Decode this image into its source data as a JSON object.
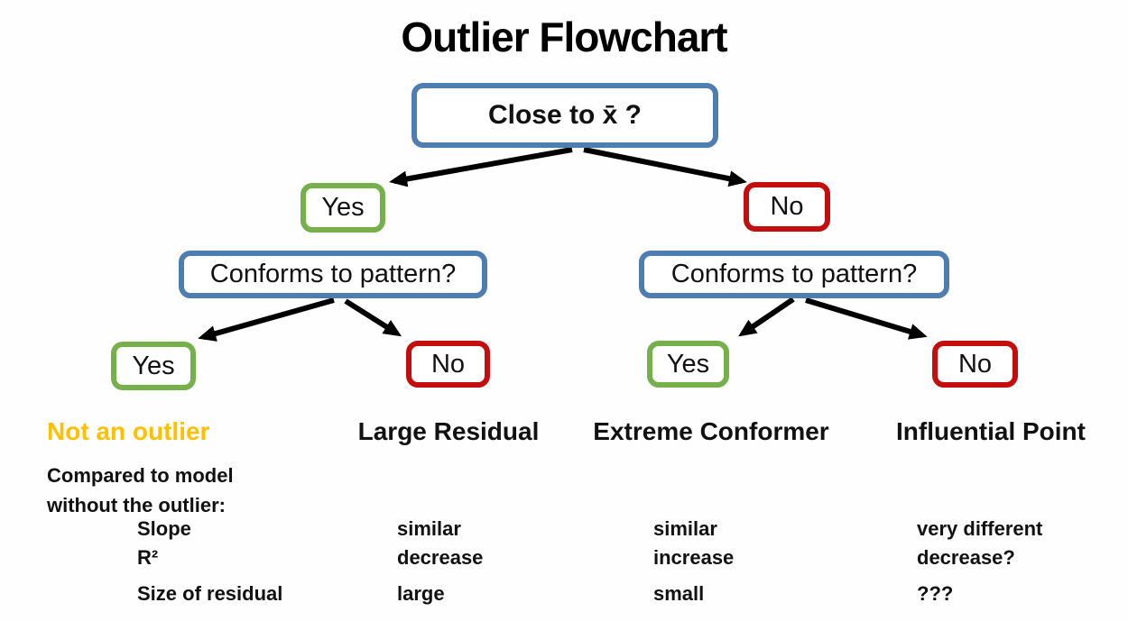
{
  "title": "Outlier Flowchart",
  "colors": {
    "question_border": "#4D7EAF",
    "yes_border": "#76B04B",
    "no_border": "#C40D0D",
    "highlight_text": "#FFC000",
    "arrow": "#000000"
  },
  "nodes": {
    "root": {
      "label": "Close to x̄ ?"
    },
    "l1_yes": {
      "label": "Yes"
    },
    "l1_no": {
      "label": "No"
    },
    "conforms_left": {
      "label": "Conforms to pattern?"
    },
    "conforms_right": {
      "label": "Conforms to pattern?"
    },
    "l2_left_yes": {
      "label": "Yes"
    },
    "l2_left_no": {
      "label": "No"
    },
    "l2_right_yes": {
      "label": "Yes"
    },
    "l2_right_no": {
      "label": "No"
    }
  },
  "outcomes": [
    {
      "label": "Not an outlier",
      "highlighted": true
    },
    {
      "label": "Large Residual",
      "highlighted": false
    },
    {
      "label": "Extreme Conformer",
      "highlighted": false
    },
    {
      "label": "Influential Point",
      "highlighted": false
    }
  ],
  "comparison": {
    "intro_line1": "Compared to model",
    "intro_line2": "without the outlier:",
    "columns": [
      "Large Residual",
      "Extreme Conformer",
      "Influential Point"
    ],
    "rows": [
      {
        "metric": "Slope",
        "large_residual": "similar",
        "extreme_conformer": "similar",
        "influential_point": "very different"
      },
      {
        "metric": "R²",
        "large_residual": "decrease",
        "extreme_conformer": "increase",
        "influential_point": "decrease?"
      },
      {
        "metric": "Size of residual",
        "large_residual": "large",
        "extreme_conformer": "small",
        "influential_point": "???"
      }
    ]
  }
}
